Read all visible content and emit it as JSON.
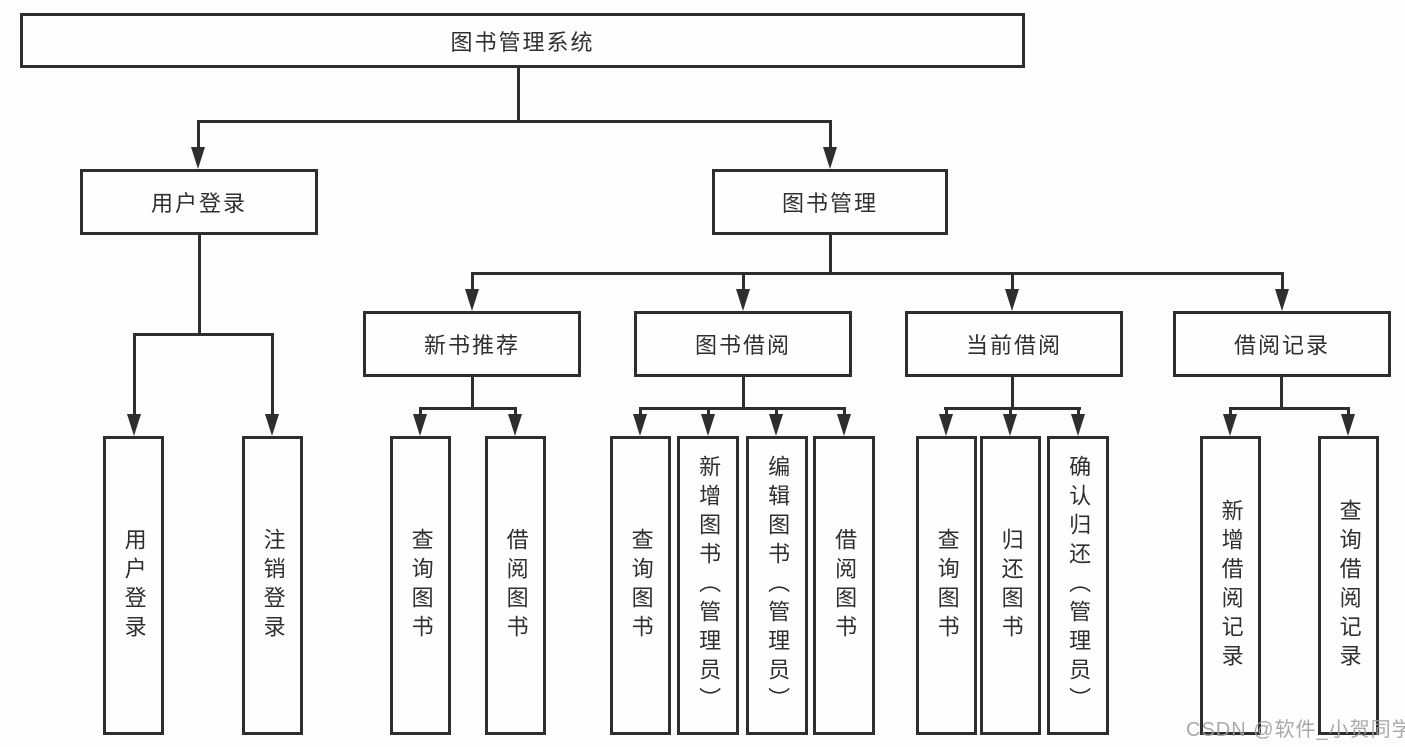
{
  "diagram": {
    "type": "tree",
    "root": {
      "label": "图书管理系统"
    },
    "l2": [
      {
        "label": "用户登录",
        "parent": "图书管理系统"
      },
      {
        "label": "图书管理",
        "parent": "图书管理系统"
      }
    ],
    "l3": [
      {
        "label": "新书推荐",
        "parent": "图书管理"
      },
      {
        "label": "图书借阅",
        "parent": "图书管理"
      },
      {
        "label": "当前借阅",
        "parent": "图书管理"
      },
      {
        "label": "借阅记录",
        "parent": "图书管理"
      }
    ],
    "leaves": [
      {
        "label": "用户登录",
        "parent": "用户登录"
      },
      {
        "label": "注销登录",
        "parent": "用户登录"
      },
      {
        "label": "查询图书",
        "parent": "新书推荐"
      },
      {
        "label": "借阅图书",
        "parent": "新书推荐"
      },
      {
        "label": "查询图书",
        "parent": "图书借阅"
      },
      {
        "label": "新增图书（管理员）",
        "parent": "图书借阅"
      },
      {
        "label": "编辑图书（管理员）",
        "parent": "图书借阅"
      },
      {
        "label": "借阅图书",
        "parent": "图书借阅"
      },
      {
        "label": "查询图书",
        "parent": "当前借阅"
      },
      {
        "label": "归还图书",
        "parent": "当前借阅"
      },
      {
        "label": "确认归还（管理员）",
        "parent": "当前借阅"
      },
      {
        "label": "新增借阅记录",
        "parent": "借阅记录"
      },
      {
        "label": "查询借阅记录",
        "parent": "借阅记录"
      }
    ]
  },
  "watermark": {
    "text": "CSDN @软件_小贺同学"
  },
  "colors": {
    "line": "#2e2e2e",
    "text": "#2f2f2f",
    "box_fill": "#fefefe",
    "background": "#fdfdfd",
    "watermark": "#a1a1a1"
  }
}
